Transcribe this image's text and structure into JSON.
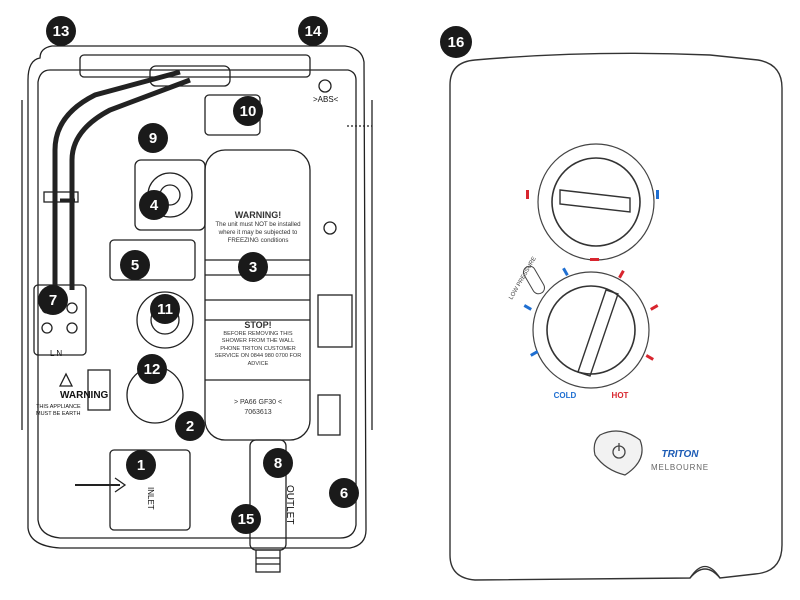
{
  "markers": [
    "1",
    "2",
    "3",
    "4",
    "5",
    "6",
    "7",
    "8",
    "9",
    "10",
    "11",
    "12",
    "13",
    "14",
    "15",
    "16"
  ],
  "inner_unit": {
    "abs_mark": ">ABS<",
    "tank_warning_title": "WARNING!",
    "tank_warning_body": "The unit must NOT be installed where it may be subjected to FREEZING conditions",
    "stop_title": "STOP!",
    "stop_body": "BEFORE REMOVING THIS SHOWER FROM THE WALL PHONE TRITON CUSTOMER SERVICE ON 0844 980 0700 FOR ADVICE",
    "material_mark": "> PA66 GF30 <",
    "part_number": "7063613",
    "earth_warning_title": "WARNING",
    "earth_warning_line1": "THIS APPLIANCE",
    "earth_warning_line2": "MUST BE EARTH",
    "terminal_letters": "L  N",
    "outlet_label": "OUTLET",
    "inlet_label": "INLET"
  },
  "front_cover": {
    "low_pressure_label": "LOW PRESSURE",
    "cold_label": "COLD",
    "hot_label": "HOT",
    "brand": "TRITON",
    "model": "MELBOURNE"
  },
  "colors": {
    "cold": "#1f6fd1",
    "hot": "#d8252e",
    "brand": "#1c5bb5",
    "marker": "#1a1a1a"
  }
}
